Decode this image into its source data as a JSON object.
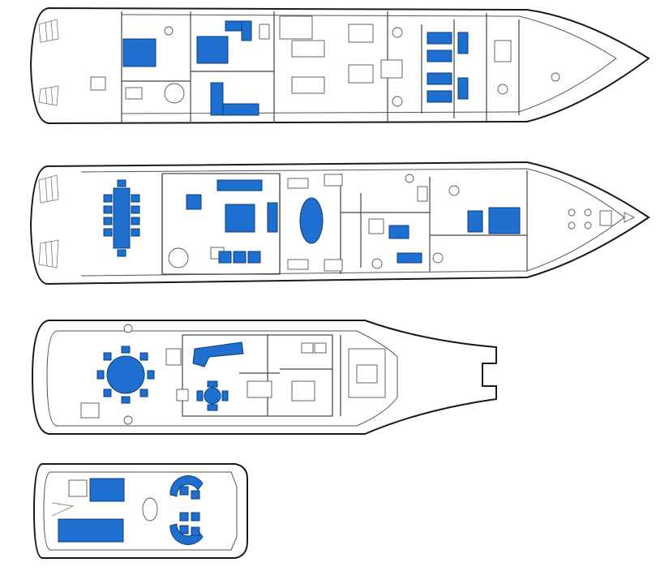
{
  "colors": {
    "background": "#ffffff",
    "hull_stroke": "#1a1a1a",
    "wall_stroke": "#444444",
    "furniture_fill": "#1f6fd0"
  },
  "decks": [
    {
      "id": "lower-deck",
      "icon": "deck-plan-icon"
    },
    {
      "id": "main-deck",
      "icon": "deck-plan-icon"
    },
    {
      "id": "upper-deck",
      "icon": "deck-plan-icon"
    },
    {
      "id": "sun-deck",
      "icon": "deck-plan-icon"
    }
  ]
}
